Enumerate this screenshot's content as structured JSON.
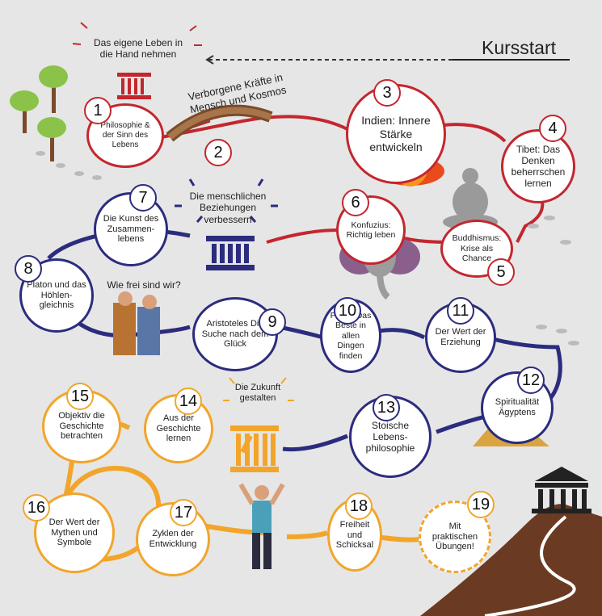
{
  "header": {
    "title": "Kursstart",
    "intro_note": "Das eigene Leben in die Hand nehmen",
    "bridge_label": "Verborgene Kräfte in Mensch und Kosmos"
  },
  "notes": {
    "relationships": "Die menschlichen Beziehungen verbessern",
    "freedom": "Wie frei sind wir?",
    "future": "Die Zukunft gestalten"
  },
  "stations": [
    {
      "n": "1",
      "label": "Philosophie & der Sinn des Lebens"
    },
    {
      "n": "2",
      "label": ""
    },
    {
      "n": "3",
      "label": "Indien: Innere Stärke entwickeln"
    },
    {
      "n": "4",
      "label": "Tibet: Das Denken beherrschen lernen"
    },
    {
      "n": "5",
      "label": "Buddhismus: Krise als Chance"
    },
    {
      "n": "6",
      "label": "Konfuzius: Richtig leben"
    },
    {
      "n": "7",
      "label": "Die Kunst des Zusammen-lebens"
    },
    {
      "n": "8",
      "label": "Platon und das Höhlen-gleichnis"
    },
    {
      "n": "9",
      "label": "Aristoteles Die Suche nach dem Glück"
    },
    {
      "n": "10",
      "label": "Plotin: Das Beste in allen Dingen finden"
    },
    {
      "n": "11",
      "label": "Der Wert der Erziehung"
    },
    {
      "n": "12",
      "label": "Spiritualität Ägyptens"
    },
    {
      "n": "13",
      "label": "Stoische Lebens-philosophie"
    },
    {
      "n": "14",
      "label": "Aus der Geschichte lernen"
    },
    {
      "n": "15",
      "label": "Objektiv die Geschichte betrachten"
    },
    {
      "n": "16",
      "label": "Der Wert der Mythen und Symbole"
    },
    {
      "n": "17",
      "label": "Zyklen der Entwicklung"
    },
    {
      "n": "18",
      "label": "Freiheit und Schicksal"
    },
    {
      "n": "19",
      "label": "Mit praktischen Übungen!"
    }
  ],
  "colors": {
    "red": "#c4262e",
    "blue": "#2b2c7e",
    "orange": "#f2a52a",
    "background": "#e6e6e6"
  }
}
